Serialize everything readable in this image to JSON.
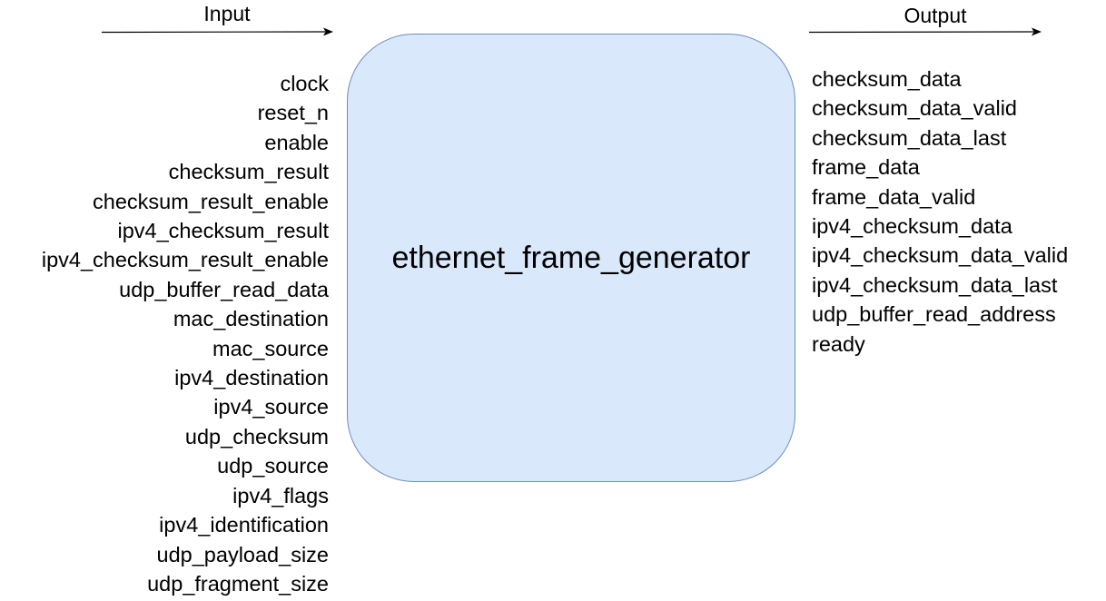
{
  "inputs": {
    "header": "Input",
    "ports": [
      "clock",
      "reset_n",
      "enable",
      "checksum_result",
      "checksum_result_enable",
      "ipv4_checksum_result",
      "ipv4_checksum_result_enable",
      "udp_buffer_read_data",
      "mac_destination",
      "mac_source",
      "ipv4_destination",
      "ipv4_source",
      "udp_checksum",
      "udp_source",
      "ipv4_flags",
      "ipv4_identification",
      "udp_payload_size",
      "udp_fragment_size"
    ]
  },
  "module": {
    "name": "ethernet_frame_generator",
    "fill_color": "#dae8fc",
    "stroke_color": "#6c8ebf"
  },
  "outputs": {
    "header": "Output",
    "ports": [
      "checksum_data",
      "checksum_data_valid",
      "checksum_data_last",
      "frame_data",
      "frame_data_valid",
      "ipv4_checksum_data",
      "ipv4_checksum_data_valid",
      "ipv4_checksum_data_last",
      "udp_buffer_read_address",
      "ready"
    ]
  }
}
